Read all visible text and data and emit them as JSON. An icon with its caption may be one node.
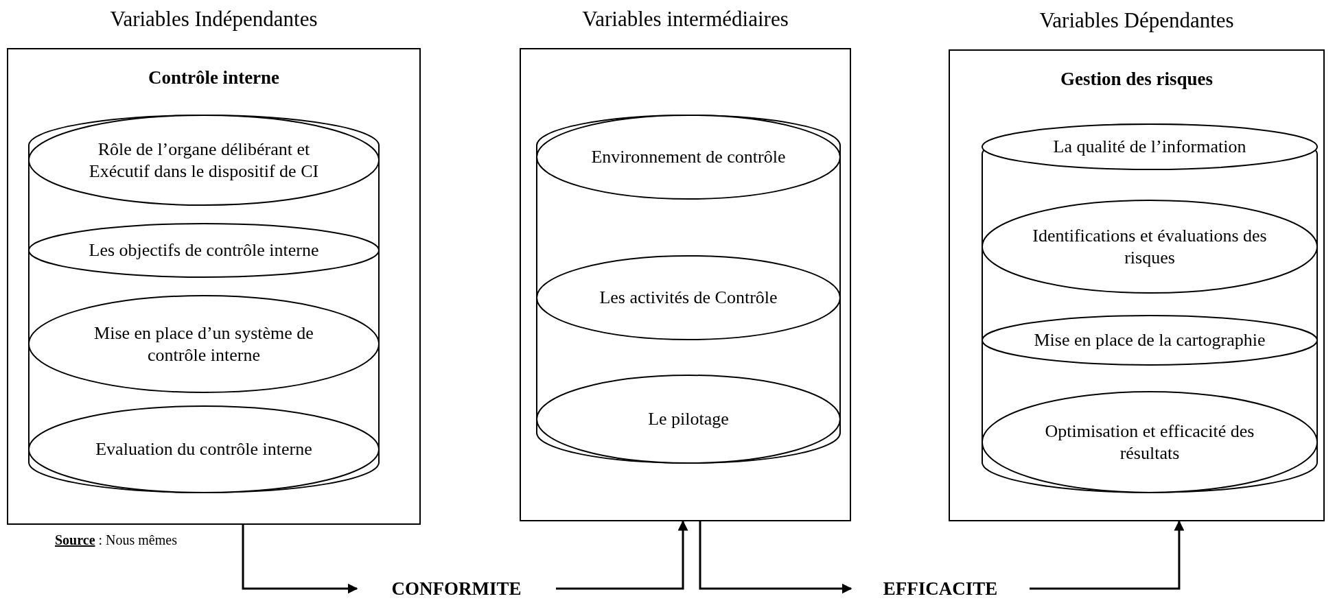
{
  "diagram": {
    "nodes": [
      {
        "text": [
          "Variables Indépendantes",
          "Contrôle interne"
        ]
      },
      {
        "text": [],
        "shape": "cylinder",
        "in": 0
      },
      {
        "text": [
          "Rôle de l’organe délibérant et Exécutif dans le dispositif de CI"
        ],
        "in": 1
      },
      {
        "text": [
          "Les objectifs de contrôle interne"
        ],
        "in": 1
      },
      {
        "text": [
          "Mise en place d’un système de contrôle interne"
        ],
        "in": 1
      },
      {
        "text": [
          "Evaluation du contrôle interne"
        ],
        "in": 1
      },
      {
        "text": [
          "Variables intermédiaires"
        ]
      },
      {
        "text": [],
        "shape": "cylinder",
        "in": 6
      },
      {
        "text": [
          "Environnement de contrôle"
        ],
        "in": 7
      },
      {
        "text": [
          "Les activités de Contrôle"
        ],
        "in": 7
      },
      {
        "text": [
          "Le pilotage"
        ],
        "in": 7
      },
      {
        "text": [
          "Variables Dépendantes",
          "Gestion des risques"
        ]
      },
      {
        "text": [],
        "shape": "cylinder",
        "in": 11
      },
      {
        "text": [
          "La qualité de l’information"
        ],
        "in": 12
      },
      {
        "text": [
          "Identifications et évaluations des risques"
        ],
        "in": 12
      },
      {
        "text": [
          "Mise en place de la cartographie"
        ],
        "in": 12
      },
      {
        "text": [
          "Optimisation et efficacité des résultats"
        ],
        "in": 12
      },
      {
        "text": [
          "CONFORMITE"
        ]
      },
      {
        "text": [
          "EFFICACITE"
        ]
      }
    ],
    "edges": [
      {
        "from": 0,
        "to": 17,
        "arrow": "to"
      },
      {
        "from": 17,
        "to": 6,
        "arrow": "to"
      },
      {
        "from": 6,
        "to": 18,
        "arrow": "to"
      },
      {
        "from": 18,
        "to": 11,
        "arrow": "to"
      }
    ],
    "labels": [
      "**Source** : Nous mêmes"
    ]
  }
}
